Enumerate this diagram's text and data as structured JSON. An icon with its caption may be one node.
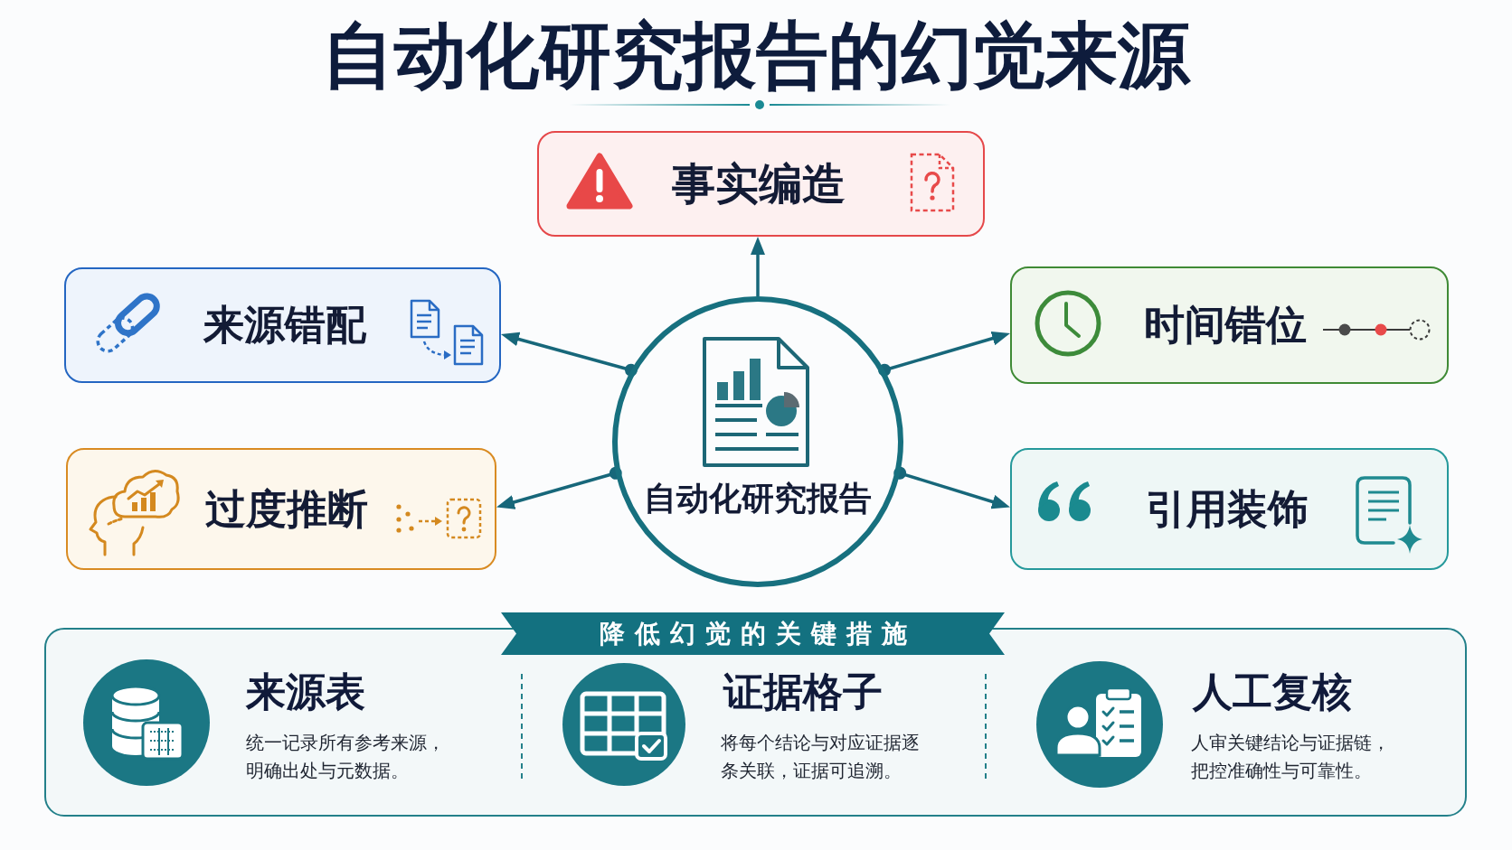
{
  "diagram": {
    "title": "自动化研究报告的幻觉来源",
    "nodes": [
      {
        "text": [
          "事实编造"
        ]
      },
      {
        "text": [
          "来源错配"
        ]
      },
      {
        "text": [
          "自动化研究报告"
        ]
      },
      {
        "text": [
          "时间错位"
        ]
      },
      {
        "text": [
          "过度推断"
        ]
      },
      {
        "text": [
          "引用装饰"
        ]
      },
      {
        "text": [
          "降低幻觉的关键措施",
          "来源表",
          "统一记录所有参考来源，明确出处与元数据。",
          "证据格子",
          "将每个结论与对应证据逐条关联，证据可追溯。",
          "人工复核",
          "人审关键结论与证据链，把控准确性与可靠性。"
        ]
      }
    ],
    "edges": [
      {
        "from": 2,
        "to": 0,
        "arrow": "to"
      },
      {
        "from": 2,
        "to": 1,
        "arrow": "to"
      },
      {
        "from": 2,
        "to": 3,
        "arrow": "to"
      },
      {
        "from": 2,
        "to": 4,
        "arrow": "to"
      },
      {
        "from": 2,
        "to": 5,
        "arrow": "to"
      }
    ]
  }
}
